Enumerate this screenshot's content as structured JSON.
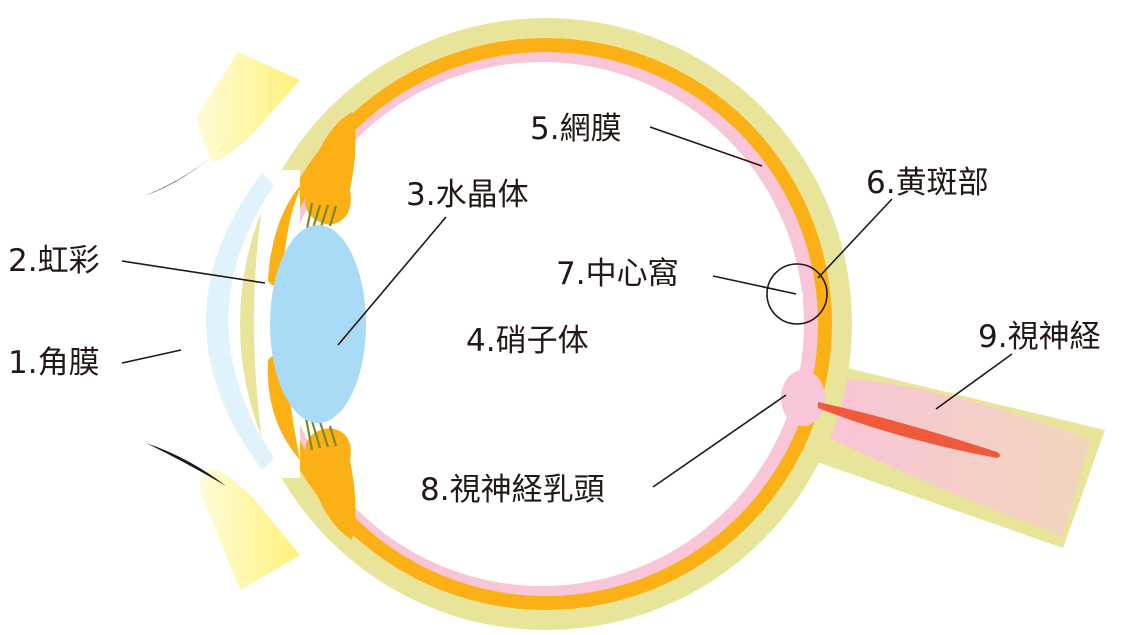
{
  "labels": {
    "cornea": "1.角膜",
    "iris": "2.虹彩",
    "lens": "3.水晶体",
    "vitreous": "4.硝子体",
    "retina": "5.網膜",
    "macula": "6.黄斑部",
    "fovea": "7.中心窩",
    "optic_disc": "8.視神経乳頭",
    "optic_nerve": "9.視神経"
  },
  "colors": {
    "sclera": "#e8e59a",
    "choroid": "#fbb116",
    "retina": "#f8c6d8",
    "lens": "#a9dbf7",
    "cornea": "#e0f3fc",
    "zonules": "#7d8a2a",
    "eyelash": "#1a1a1a",
    "lid_tip": "#fff27a",
    "nerve_vessel": "#ee5a3a"
  }
}
